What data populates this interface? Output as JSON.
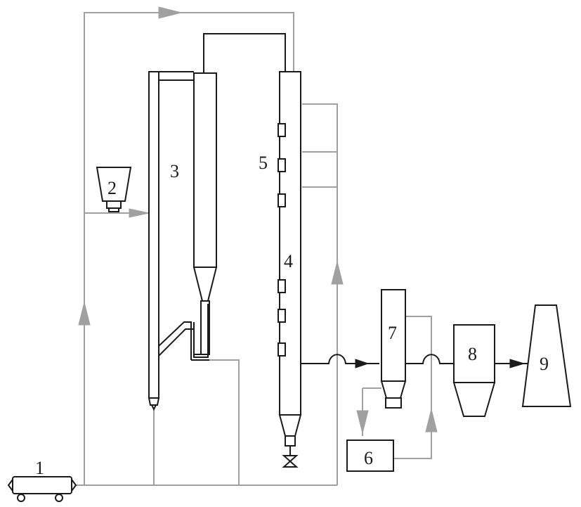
{
  "labels": {
    "blower": "1",
    "hopper": "2",
    "riser": "3",
    "column_lower": "4",
    "column_upper": "5",
    "collector": "6",
    "cyclone": "7",
    "filter": "8",
    "stack": "9"
  },
  "colors": {
    "equipment_line": "#1a1a1a",
    "air_line": "#a0a0a0"
  }
}
